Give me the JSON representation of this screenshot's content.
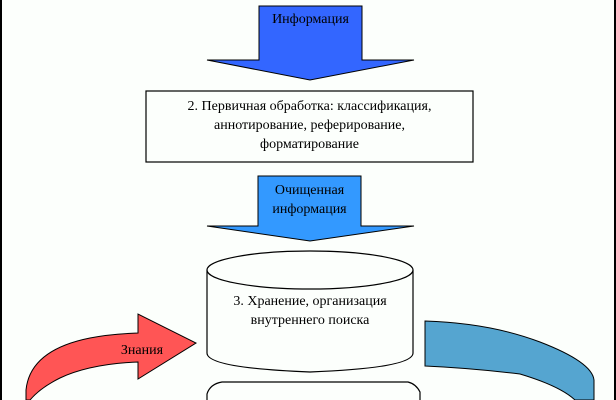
{
  "diagram": {
    "arrow_top": {
      "label": "Информация",
      "color": "#3366ff"
    },
    "process_box": {
      "lines": [
        "2. Первичная обработка: классификация,",
        "аннотирование, реферирование,",
        "форматирование"
      ]
    },
    "arrow_middle": {
      "lines": [
        "Очищенная",
        "информация"
      ],
      "color": "#3399ff"
    },
    "storage_cylinder": {
      "lines": [
        "3. Хранение, организация",
        "внутреннего поиска"
      ]
    },
    "arrow_left": {
      "label": "Знания",
      "color": "#ff5555"
    },
    "arrow_right": {
      "color": "#55a5d0"
    },
    "bottom_box": {
      "lines": []
    }
  }
}
